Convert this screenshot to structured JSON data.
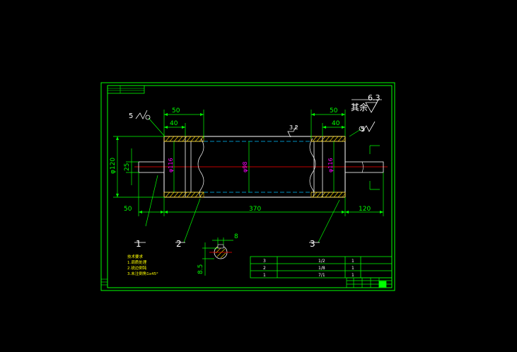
{
  "colors": {
    "background": "#000000",
    "frame": "#00ff00",
    "outline": "#ffffff",
    "dimension": "#00ff00",
    "centerline": "#ff0000",
    "hidden": "#00bfff",
    "hatch": "#ffd700",
    "text": "#ffffff",
    "title_text": "#ffff00",
    "diameter_text": "#ff00ff",
    "cyan": "#00ffff"
  },
  "surface_finish": {
    "other_label": "其余",
    "other_value": "6.3",
    "left_value": "5",
    "right_value": "5",
    "top_value": "3.2"
  },
  "dimensions": {
    "left_outer": "50",
    "left_inner": "40",
    "right_outer": "50",
    "right_inner": "40",
    "total_length": "370",
    "left_shaft": "50",
    "right_shaft": "120",
    "dia_120": "φ120",
    "dia_25": "25",
    "dia_left_hub": "φ116",
    "dia_body": "φ98",
    "dia_right_hub": "φ116",
    "key_width": "8",
    "key_depth": "8.5"
  },
  "part_numbers": [
    "1",
    "2",
    "3"
  ],
  "notes": {
    "title": "技术要求",
    "lines": [
      "1.调质处理",
      "2.锐边倒钝",
      "3.未注倒角1x45°"
    ]
  },
  "parts_table": [
    {
      "no": "3",
      "name": "1/2",
      "qty": "1"
    },
    {
      "no": "2",
      "name": "1/8",
      "qty": "1"
    },
    {
      "no": "1",
      "name": "7/1",
      "qty": "1"
    }
  ]
}
